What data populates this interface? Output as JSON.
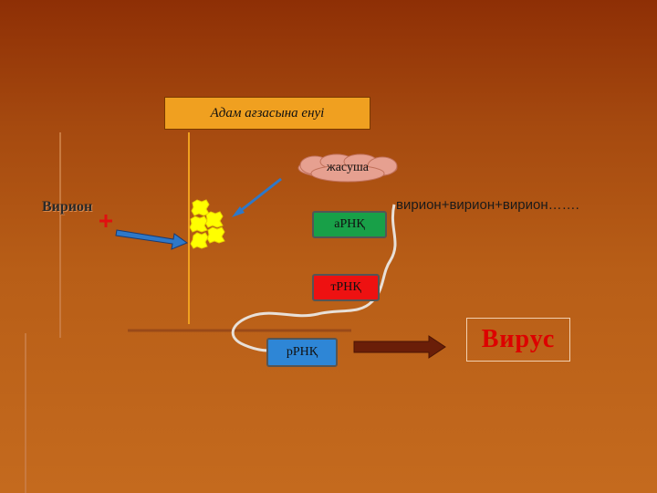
{
  "title": "Адам  ағзасына  енуі",
  "cell_label": "жасуша",
  "virion_label": "Вирион",
  "chain_text": "вирион+вирион+вирион…….",
  "boxes": {
    "arnk": "аРНҚ",
    "trnk": "тРНҚ",
    "rrnk": "рРНҚ"
  },
  "result": "Вирус",
  "colors": {
    "title_bg": "#f0a020",
    "arnk": "#18a048",
    "trnk": "#ee1111",
    "rrnk": "#2e86d6",
    "virus_text": "#dd0000",
    "blob": "#ffff00"
  }
}
